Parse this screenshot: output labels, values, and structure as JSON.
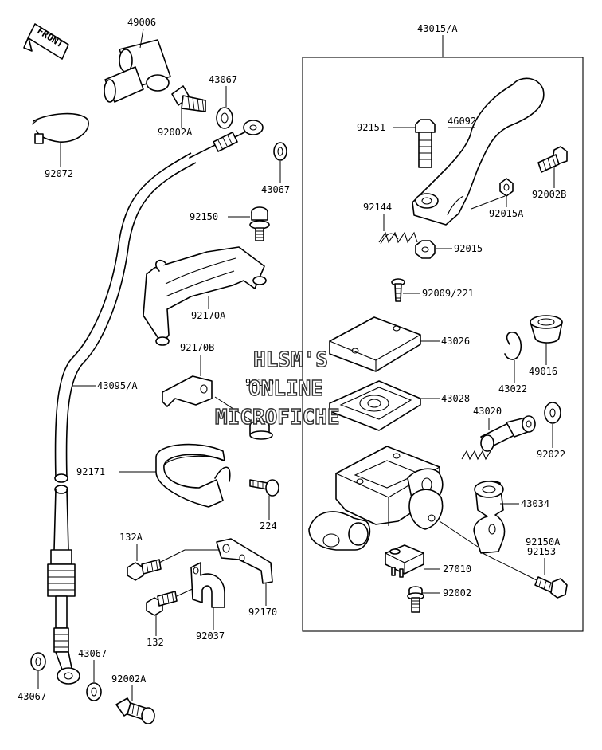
{
  "front_badge": "FRONT",
  "watermark": [
    "HLSM'S",
    "ONLINE",
    "MICROFICHE"
  ],
  "parts": {
    "p49006": "49006",
    "p43067_top": "43067",
    "p92002A_top": "92002A",
    "p92072": "92072",
    "p43067_mid": "43067",
    "p92150_top": "92150",
    "p92170A": "92170A",
    "p92170B": "92170B",
    "p92150_mid": "92150",
    "p43095A": "43095/A",
    "p92171": "92171",
    "p224": "224",
    "p132A": "132A",
    "p132": "132",
    "p92037": "92037",
    "p92170": "92170",
    "p43067_bl": "43067",
    "p43067_bm": "43067",
    "p92002A_bot": "92002A",
    "p43015A": "43015/A",
    "p92151": "92151",
    "p46092": "46092",
    "p92002B": "92002B",
    "p92144": "92144",
    "p92015A": "92015A",
    "p92015": "92015",
    "p92009_221": "92009/221",
    "p43026": "43026",
    "p43022": "43022",
    "p49016": "49016",
    "p43028": "43028",
    "p43020": "43020",
    "p92022": "92022",
    "p43034": "43034",
    "p92150A": "92150A",
    "p92153": "92153",
    "p27010": "27010",
    "p92002": "92002"
  }
}
